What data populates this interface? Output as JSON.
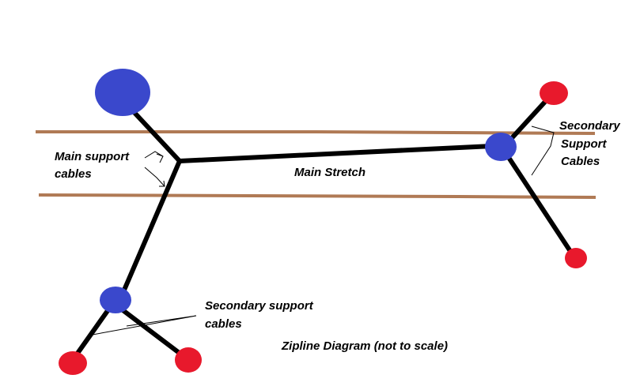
{
  "labels": {
    "main_support_line1": "Main support",
    "main_support_line2": "cables",
    "main_stretch": "Main Stretch",
    "secondary_right_line1": "Secondary",
    "secondary_right_line2": "Support",
    "secondary_right_line3": "Cables",
    "secondary_left_line1": "Secondary support",
    "secondary_left_line2": "cables",
    "caption": "Zipline Diagram (not to scale)"
  },
  "colors": {
    "ground_line": "#b07a55",
    "cable": "#000000",
    "blue_node": "#3a48cc",
    "red_node": "#e8192c"
  }
}
